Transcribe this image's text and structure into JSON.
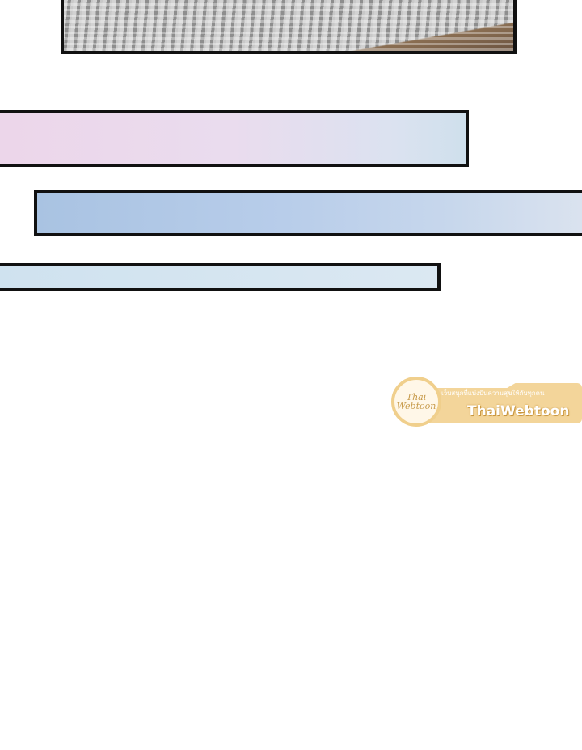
{
  "watermark": {
    "logo_text": "Thai Webtoon",
    "tagline": "เว็บสนุกที่แบ่งปันความสุขให้กับทุกคน",
    "name": "ThaiWebtoon"
  }
}
